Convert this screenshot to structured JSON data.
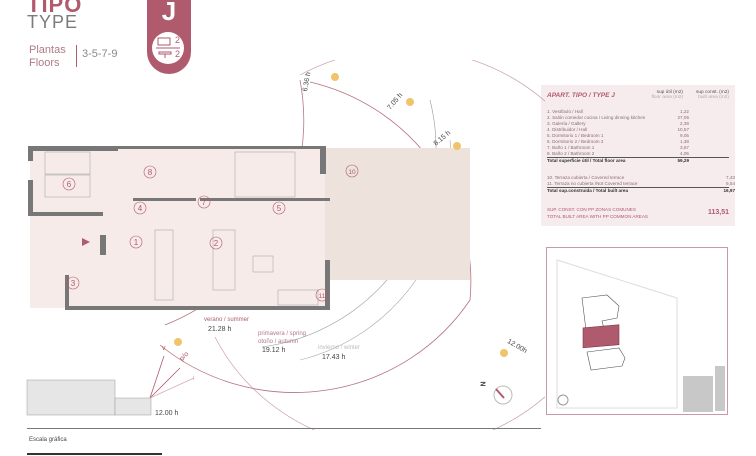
{
  "header": {
    "tipo": "TIPO",
    "type": "TYPE",
    "plantas": "Plantas",
    "floors_label": "Floors",
    "floors": "3-5-7-9"
  },
  "badge": {
    "letter": "J",
    "bedrooms": "2",
    "bathrooms": "2",
    "color": "#b05a6e"
  },
  "table": {
    "title": "APART. TIPO / TYPE J",
    "col1": "sup útil (m2)",
    "col1_sub": "floor area (m2)",
    "col2": "sup const. (m2)",
    "col2_sub": "built area (m2)",
    "rows": [
      {
        "label": "1. Vestíbulo / Hall",
        "v": "1,22"
      },
      {
        "label": "2. Salón comedor cocina / Living dinning kitchen",
        "v": "27,06"
      },
      {
        "label": "3. Galería / Gallery",
        "v": "2,39"
      },
      {
        "label": "4. Distribuidor / Hall",
        "v": "10,57"
      },
      {
        "label": "5. Dormitorio 1 / Bedroom 1",
        "v": "9,05"
      },
      {
        "label": "6. Dormitorio 2 / Bedroom 2",
        "v": "1,38"
      },
      {
        "label": "7. Baño 1 / Bathroom 1",
        "v": "3,67"
      },
      {
        "label": "8. Baño 2 / Bathroom 2",
        "v": "4,05"
      }
    ],
    "total_floor": {
      "label": "Total superficie útil / Total floor area",
      "v": "59,29"
    },
    "terrace_rows": [
      {
        "label": "10. Terraza cubierta / Covered terrace",
        "v": "7,43"
      },
      {
        "label": "11. Terraza no cubierta /Not Covered terrace",
        "v": "9,54"
      }
    ],
    "total_built": {
      "label": "Total sup.construida / Total built area",
      "v": "16,97"
    },
    "common_1": "SUP. CONST. CON PP ZONAS COMUNES",
    "common_2": "TOTAL BUILT AREA WITH PP COMMON AREAS",
    "common_v": "113,51"
  },
  "plan": {
    "rooms": [
      "1",
      "2",
      "3",
      "4",
      "5",
      "6",
      "7",
      "8",
      "10",
      "11"
    ]
  },
  "sun": {
    "times": [
      "6.36 h",
      "7.05 h",
      "8.15 h",
      "12.00h",
      "21.28 h",
      "19.12 h",
      "17.43 h",
      "12.00 h"
    ],
    "seasons": [
      "verano / summer",
      "primavera / spring",
      "otoño / autumn",
      "invierno / winter"
    ],
    "angles": [
      "v",
      "p/o",
      "i"
    ],
    "north": "N"
  },
  "footer": {
    "escala": "Escala gráfica"
  }
}
